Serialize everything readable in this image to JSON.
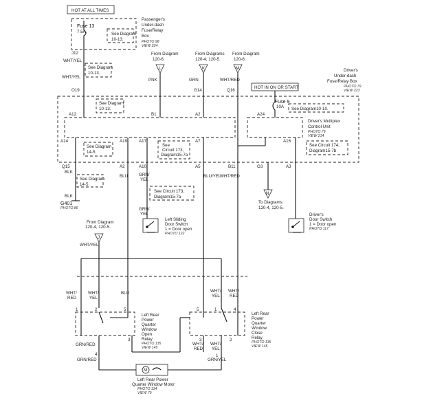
{
  "hot_at_all_times": "HOT AT ALL TIMES",
  "hot_in_on_or_start": "HOT IN ON OR START",
  "passenger_box": {
    "line1": "Passenger's",
    "line2": "Under-dash",
    "line3": "Fuse/Relay",
    "line4": "Box",
    "photo": "PHOTO 98",
    "view": "VIEW 224",
    "fuse_name": "Fuse 13",
    "fuse_rating": "7.5A",
    "see_line1": "See Diagram",
    "see_line2": "10-13."
  },
  "driver_box": {
    "line1": "Driver's",
    "line2": "Under-dash",
    "line3": "Fuse/Relay Box",
    "photo": "PHOTO 79",
    "view": "VIEW 223",
    "fuse_name": "Fuse 9",
    "fuse_rating": "10A",
    "see": "See Diagram10-10."
  },
  "mpcu": {
    "line1": "Driver's Multiplex",
    "line2": "Control Unit",
    "photo": "PHOTO 79",
    "view": "VIEW 214"
  },
  "connectors": {
    "j12": "J12",
    "o19": "O19",
    "g14": "G14",
    "q16": "Q16",
    "a12": "A12",
    "b1": "B1",
    "a2": "A2",
    "a24": "A24",
    "a14": "A14",
    "a19": "A19",
    "a17": "A17",
    "a7": "A7",
    "a16": "A16",
    "q15": "Q15",
    "a2b": "A2",
    "a10": "A10",
    "a5": "A5",
    "b11": "B11",
    "g3": "G3",
    "a3": "A3"
  },
  "from_diagrams": {
    "d1_line1": "From Diagram",
    "d1_line2": "120-6.",
    "d1_letter": "L",
    "d2_line1": "From Diagrams",
    "d2_line2": "120-4, 120-5.",
    "d2_letter": "K",
    "d3_line1": "From Diagram",
    "d3_line2": "120-6.",
    "d3_letter": "M",
    "d4_line1": "From Diagram",
    "d4_line2": "120-4, 120-5.",
    "d4_letter": "J"
  },
  "to_diagrams": {
    "line1": "To Diagrams",
    "line2": "120-4, 120-5.",
    "letter": "N"
  },
  "wire_colors": {
    "whtyel": "WHT/YEL",
    "pnk": "PNK",
    "grn": "GRN",
    "whtred": "WHT/RED",
    "blk": "BLK",
    "blu": "BLU",
    "grn1": "GRN/",
    "yel": "YEL",
    "red": "RED",
    "bluyel": "BLU/YEL",
    "wht": "WHT/",
    "grnred": "GRN/RED",
    "grnyel": "GRN/YEL"
  },
  "see_boxes": {
    "s1_line1": "See Diagram",
    "s1_line2": "10-13.",
    "s2_line1": "See Diagram",
    "s2_line2": "10-13.",
    "s3_line1": "See Diagram",
    "s3_line2": "14-5.",
    "s4_line1": "See",
    "s4_line2": "Circuit 173,",
    "s4_line3": "Diagram15-7a",
    "s5_line1": "See Circuit 174,",
    "s5_line2": "Diagram15-7b",
    "s6_line1": "See Diagram",
    "s6_line2": "14-5.",
    "s7_line1": "See Circuit 173,",
    "s7_line2": "Diagram15-7a"
  },
  "ground": {
    "name": "G401",
    "photo": "PHOTO 86"
  },
  "left_sliding_switch": {
    "line1": "Left Sliding",
    "line2": "Door Switch",
    "line3": "1 = Door open",
    "photo": "PHOTO 122"
  },
  "driver_door_switch": {
    "line1": "Driver's",
    "line2": "Door Switch",
    "line3": "1 = Door open",
    "photo": "PHOTO 117"
  },
  "open_relay": {
    "line1": "Left Rear",
    "line2": "Power",
    "line3": "Quarter",
    "line4": "Window",
    "line5": "Open",
    "line6": "Relay",
    "photo": "PHOTO 135",
    "view": "VIEW 145"
  },
  "close_relay": {
    "line1": "Left Rear",
    "line2": "Power",
    "line3": "Quarter",
    "line4": "Window",
    "line5": "Close",
    "line6": "Relay",
    "photo": "PHOTO 135",
    "view": "VIEW 145"
  },
  "motor": {
    "symbol": "M",
    "line1": "Left Rear Power",
    "line2": "Quarter Window Motor",
    "photo": "PHOTO 134",
    "view": "VIEW 79"
  },
  "pins": {
    "p1": "1",
    "p2": "2",
    "p3": "3",
    "p4": "4",
    "p5": "5"
  }
}
